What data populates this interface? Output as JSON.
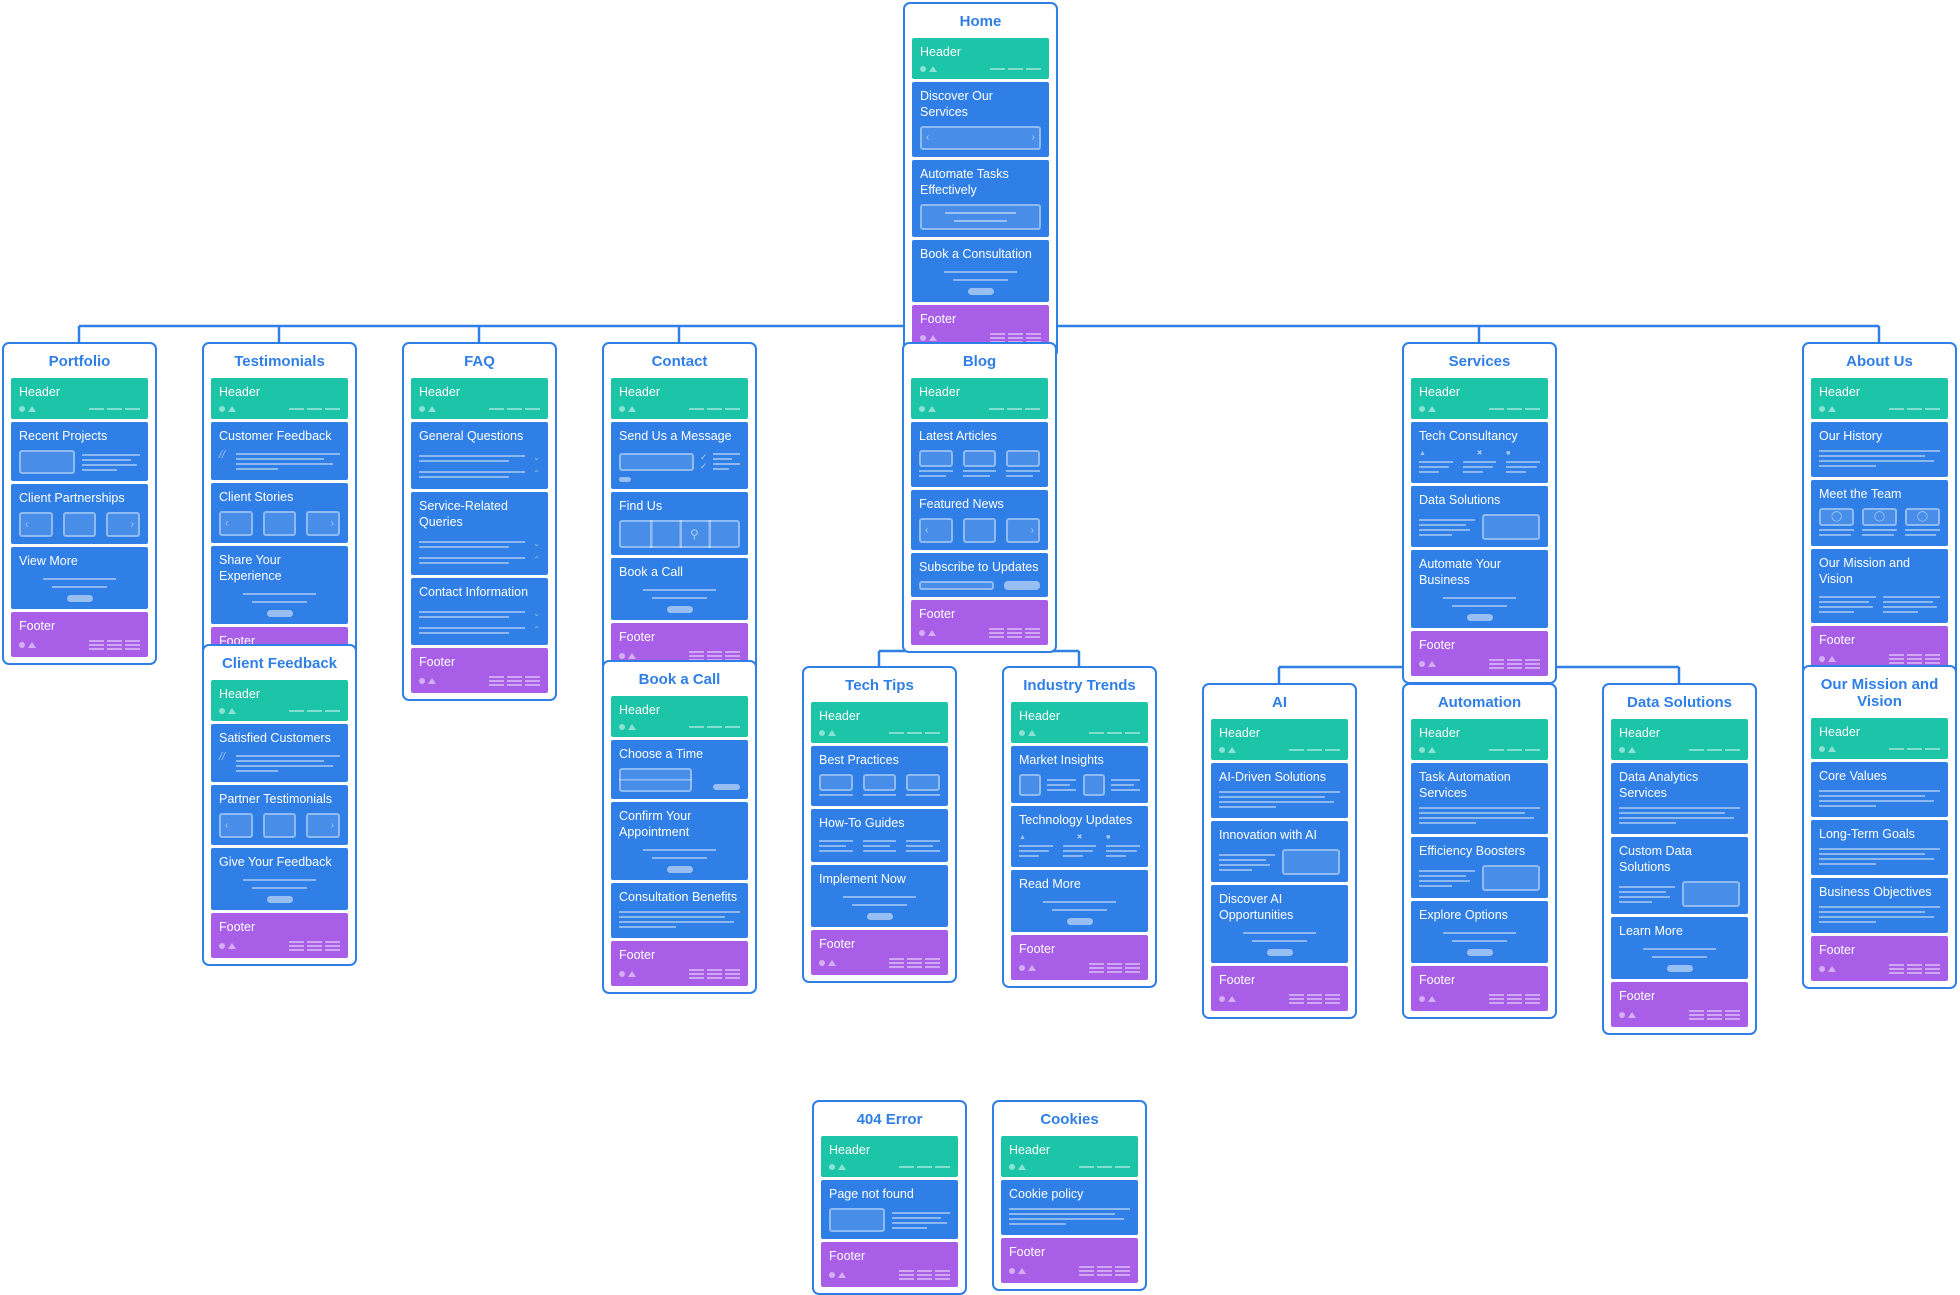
{
  "colors": {
    "line": "#2f7fe6",
    "header": "#1cc4a8",
    "section": "#2f7fe6",
    "footer": "#a95ee8"
  },
  "pages": {
    "home": {
      "title": "Home",
      "sections": [
        {
          "label": "Header",
          "type": "header"
        },
        {
          "label": "Discover Our Services",
          "type": "carousel"
        },
        {
          "label": "Automate Tasks Effectively",
          "type": "banner"
        },
        {
          "label": "Book a Consultation",
          "type": "cta"
        },
        {
          "label": "Footer",
          "type": "footer"
        }
      ]
    },
    "portfolio": {
      "title": "Portfolio",
      "sections": [
        {
          "label": "Header",
          "type": "header"
        },
        {
          "label": "Recent Projects",
          "type": "media-text"
        },
        {
          "label": "Client Partnerships",
          "type": "gallery"
        },
        {
          "label": "View More",
          "type": "cta"
        },
        {
          "label": "Footer",
          "type": "footer"
        }
      ]
    },
    "testimonials": {
      "title": "Testimonials",
      "sections": [
        {
          "label": "Header",
          "type": "header"
        },
        {
          "label": "Customer Feedback",
          "type": "quote"
        },
        {
          "label": "Client Stories",
          "type": "gallery"
        },
        {
          "label": "Share Your Experience",
          "type": "cta"
        },
        {
          "label": "Footer",
          "type": "footer"
        }
      ]
    },
    "faq": {
      "title": "FAQ",
      "sections": [
        {
          "label": "Header",
          "type": "header"
        },
        {
          "label": "General Questions",
          "type": "accordion"
        },
        {
          "label": "Service-Related Queries",
          "type": "accordion"
        },
        {
          "label": "Contact Information",
          "type": "accordion"
        },
        {
          "label": "Footer",
          "type": "footer"
        }
      ]
    },
    "contact": {
      "title": "Contact",
      "sections": [
        {
          "label": "Header",
          "type": "header"
        },
        {
          "label": "Send Us a Message",
          "type": "form"
        },
        {
          "label": "Find Us",
          "type": "map"
        },
        {
          "label": "Book a Call",
          "type": "cta"
        },
        {
          "label": "Footer",
          "type": "footer"
        }
      ]
    },
    "blog": {
      "title": "Blog",
      "sections": [
        {
          "label": "Header",
          "type": "header"
        },
        {
          "label": "Latest Articles",
          "type": "cards"
        },
        {
          "label": "Featured News",
          "type": "gallery"
        },
        {
          "label": "Subscribe to Updates",
          "type": "subscribe"
        },
        {
          "label": "Footer",
          "type": "footer"
        }
      ]
    },
    "services": {
      "title": "Services",
      "sections": [
        {
          "label": "Header",
          "type": "header"
        },
        {
          "label": "Tech Consultancy",
          "type": "features"
        },
        {
          "label": "Data Solutions",
          "type": "text-media"
        },
        {
          "label": "Automate Your Business",
          "type": "cta"
        },
        {
          "label": "Footer",
          "type": "footer"
        }
      ]
    },
    "about": {
      "title": "About Us",
      "sections": [
        {
          "label": "Header",
          "type": "header"
        },
        {
          "label": "Our History",
          "type": "text"
        },
        {
          "label": "Meet the Team",
          "type": "team"
        },
        {
          "label": "Our Mission and Vision",
          "type": "two-col"
        },
        {
          "label": "Footer",
          "type": "footer"
        }
      ]
    },
    "client_feedback": {
      "title": "Client Feedback",
      "sections": [
        {
          "label": "Header",
          "type": "header"
        },
        {
          "label": "Satisfied Customers",
          "type": "quote"
        },
        {
          "label": "Partner Testimonials",
          "type": "gallery"
        },
        {
          "label": "Give Your Feedback",
          "type": "cta"
        },
        {
          "label": "Footer",
          "type": "footer"
        }
      ]
    },
    "book_call": {
      "title": "Book a Call",
      "sections": [
        {
          "label": "Header",
          "type": "header"
        },
        {
          "label": "Choose a Time",
          "type": "schedule"
        },
        {
          "label": "Confirm Your Appointment",
          "type": "cta"
        },
        {
          "label": "Consultation Benefits",
          "type": "text"
        },
        {
          "label": "Footer",
          "type": "footer"
        }
      ]
    },
    "tech_tips": {
      "title": "Tech Tips",
      "sections": [
        {
          "label": "Header",
          "type": "header"
        },
        {
          "label": "Best Practices",
          "type": "boxes3"
        },
        {
          "label": "How-To Guides",
          "type": "cols3"
        },
        {
          "label": "Implement Now",
          "type": "cta"
        },
        {
          "label": "Footer",
          "type": "footer"
        }
      ]
    },
    "industry_trends": {
      "title": "Industry Trends",
      "sections": [
        {
          "label": "Header",
          "type": "header"
        },
        {
          "label": "Market Insights",
          "type": "box-lines2"
        },
        {
          "label": "Technology Updates",
          "type": "features"
        },
        {
          "label": "Read More",
          "type": "cta"
        },
        {
          "label": "Footer",
          "type": "footer"
        }
      ]
    },
    "ai": {
      "title": "AI",
      "sections": [
        {
          "label": "Header",
          "type": "header"
        },
        {
          "label": "AI-Driven Solutions",
          "type": "text"
        },
        {
          "label": "Innovation with AI",
          "type": "text-media"
        },
        {
          "label": "Discover AI Opportunities",
          "type": "cta"
        },
        {
          "label": "Footer",
          "type": "footer"
        }
      ]
    },
    "automation": {
      "title": "Automation",
      "sections": [
        {
          "label": "Header",
          "type": "header"
        },
        {
          "label": "Task Automation Services",
          "type": "text"
        },
        {
          "label": "Efficiency Boosters",
          "type": "text-media"
        },
        {
          "label": "Explore Options",
          "type": "cta"
        },
        {
          "label": "Footer",
          "type": "footer"
        }
      ]
    },
    "data_solutions": {
      "title": "Data Solutions",
      "sections": [
        {
          "label": "Header",
          "type": "header"
        },
        {
          "label": "Data Analytics Services",
          "type": "text"
        },
        {
          "label": "Custom Data Solutions",
          "type": "text-media"
        },
        {
          "label": "Learn More",
          "type": "cta"
        },
        {
          "label": "Footer",
          "type": "footer"
        }
      ]
    },
    "mission": {
      "title": "Our Mission and Vision",
      "sections": [
        {
          "label": "Header",
          "type": "header"
        },
        {
          "label": "Core Values",
          "type": "text"
        },
        {
          "label": "Long-Term Goals",
          "type": "text"
        },
        {
          "label": "Business Objectives",
          "type": "text"
        },
        {
          "label": "Footer",
          "type": "footer"
        }
      ]
    },
    "error404": {
      "title": "404 Error",
      "sections": [
        {
          "label": "Header",
          "type": "header"
        },
        {
          "label": "Page not found",
          "type": "media-text"
        },
        {
          "label": "Footer",
          "type": "footer"
        }
      ]
    },
    "cookies": {
      "title": "Cookies",
      "sections": [
        {
          "label": "Header",
          "type": "header"
        },
        {
          "label": "Cookie policy",
          "type": "text"
        },
        {
          "label": "Footer",
          "type": "footer"
        }
      ]
    }
  }
}
